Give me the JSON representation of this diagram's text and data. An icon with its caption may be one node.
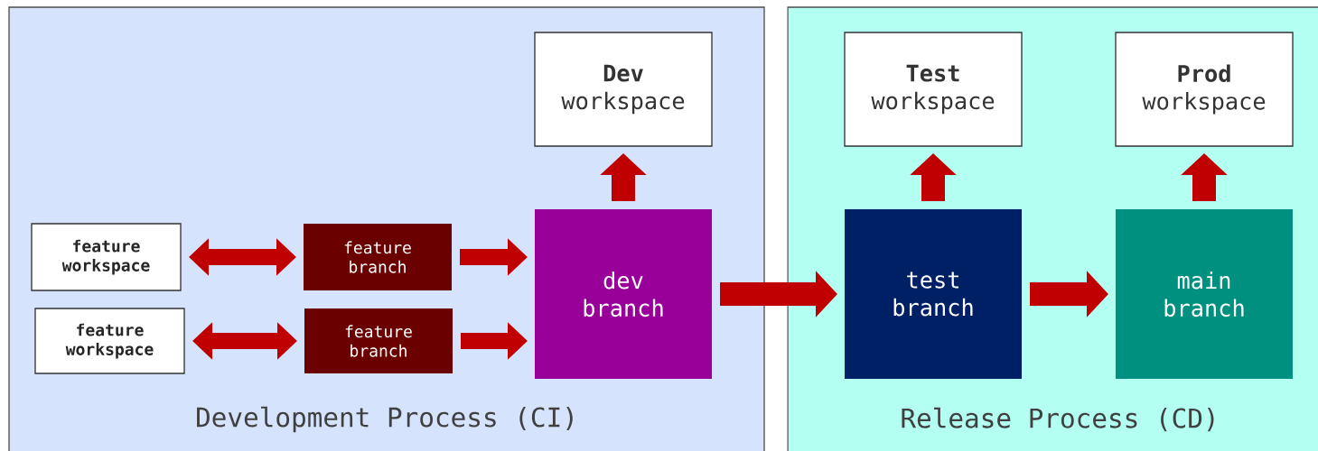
{
  "diagram": {
    "nodes": [
      {
        "text": [
          "Development Process (CI)"
        ]
      },
      {
        "text": [
          "Release Process (CD)"
        ]
      },
      {
        "text": [
          "**Dev** workspace"
        ],
        "in": 0
      },
      {
        "text": [
          "feature workspace"
        ],
        "in": 0
      },
      {
        "text": [
          "feature branch"
        ],
        "in": 0
      },
      {
        "text": [
          "dev branch"
        ],
        "in": 0
      },
      {
        "text": [
          "feature workspace"
        ],
        "in": 0
      },
      {
        "text": [
          "feature branch"
        ],
        "in": 0
      },
      {
        "text": [
          "**Test** workspace"
        ],
        "in": 1
      },
      {
        "text": [
          "**Prod** workspace"
        ],
        "in": 1
      },
      {
        "text": [
          "test branch"
        ],
        "in": 1
      },
      {
        "text": [
          "main branch"
        ],
        "in": 1
      }
    ],
    "edges": [
      {
        "from": 3,
        "to": 4,
        "arrow": "both"
      },
      {
        "from": 6,
        "to": 7,
        "arrow": "both"
      },
      {
        "from": 4,
        "to": 5,
        "arrow": "to"
      },
      {
        "from": 7,
        "to": 5,
        "arrow": "to"
      },
      {
        "from": 5,
        "to": 2,
        "arrow": "to"
      },
      {
        "from": 5,
        "to": 10,
        "arrow": "to"
      },
      {
        "from": 10,
        "to": 8,
        "arrow": "to"
      },
      {
        "from": 10,
        "to": 11,
        "arrow": "to"
      },
      {
        "from": 11,
        "to": 9,
        "arrow": "to"
      }
    ]
  }
}
